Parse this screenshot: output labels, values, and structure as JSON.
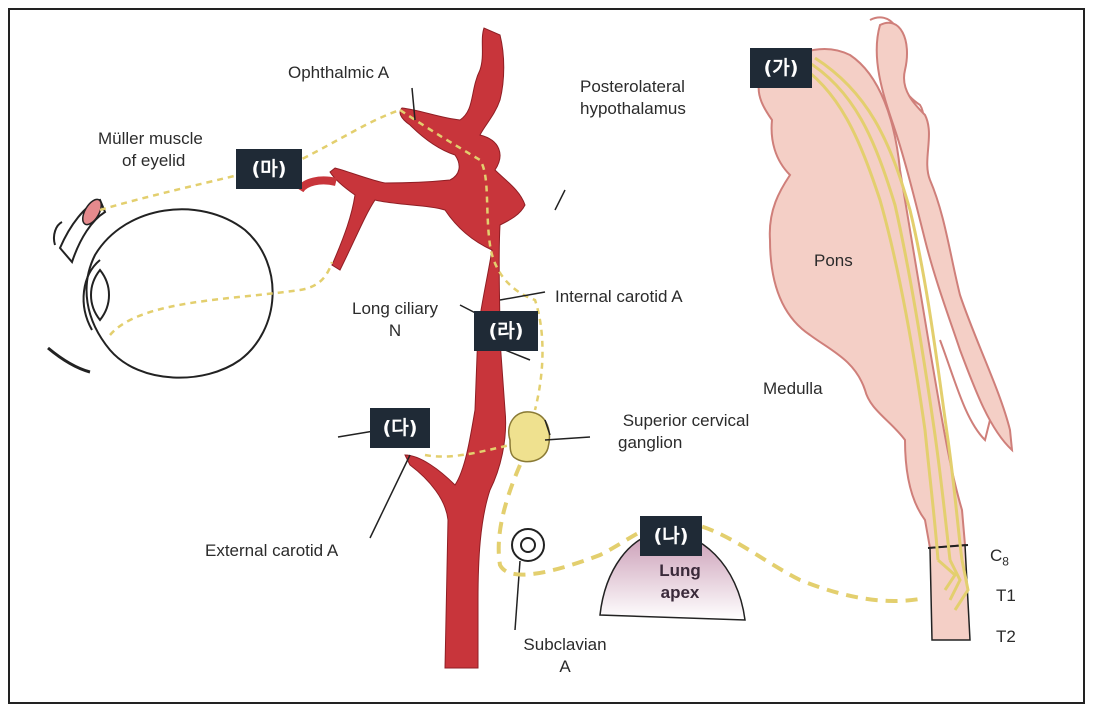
{
  "badges": {
    "ga": "(가)",
    "na": "(나)",
    "da": "(다)",
    "ra": "(라)",
    "ma": "(마)"
  },
  "labels": {
    "ophthalmic": "Ophthalmic A",
    "muller_line1": "Müller muscle",
    "muller_line2": "of eyelid",
    "long_ciliary_line1": "Long ciliary",
    "long_ciliary_line2": "N",
    "internal_carotid": "Internal carotid A",
    "superior_cervical_line1": "Superior cervical",
    "superior_cervical_line2": "ganglion",
    "external_carotid": "External carotid A",
    "subclavian_line1": "Subclavian",
    "subclavian_line2": "A",
    "lung_line1": "Lung",
    "lung_line2": "apex",
    "posterolateral_line1": "Posterolateral",
    "posterolateral_line2": "hypothalamus",
    "pons": "Pons",
    "medulla": "Medulla",
    "c8_main": "C",
    "c8_sub": "8",
    "t1": "T1",
    "t2": "T2"
  },
  "colors": {
    "artery": "#c8353b",
    "nerve": "#e3cf6e",
    "brainstem": "#f4cfc6",
    "ganglion": "#efe18f",
    "badge": "#1f2a36"
  }
}
